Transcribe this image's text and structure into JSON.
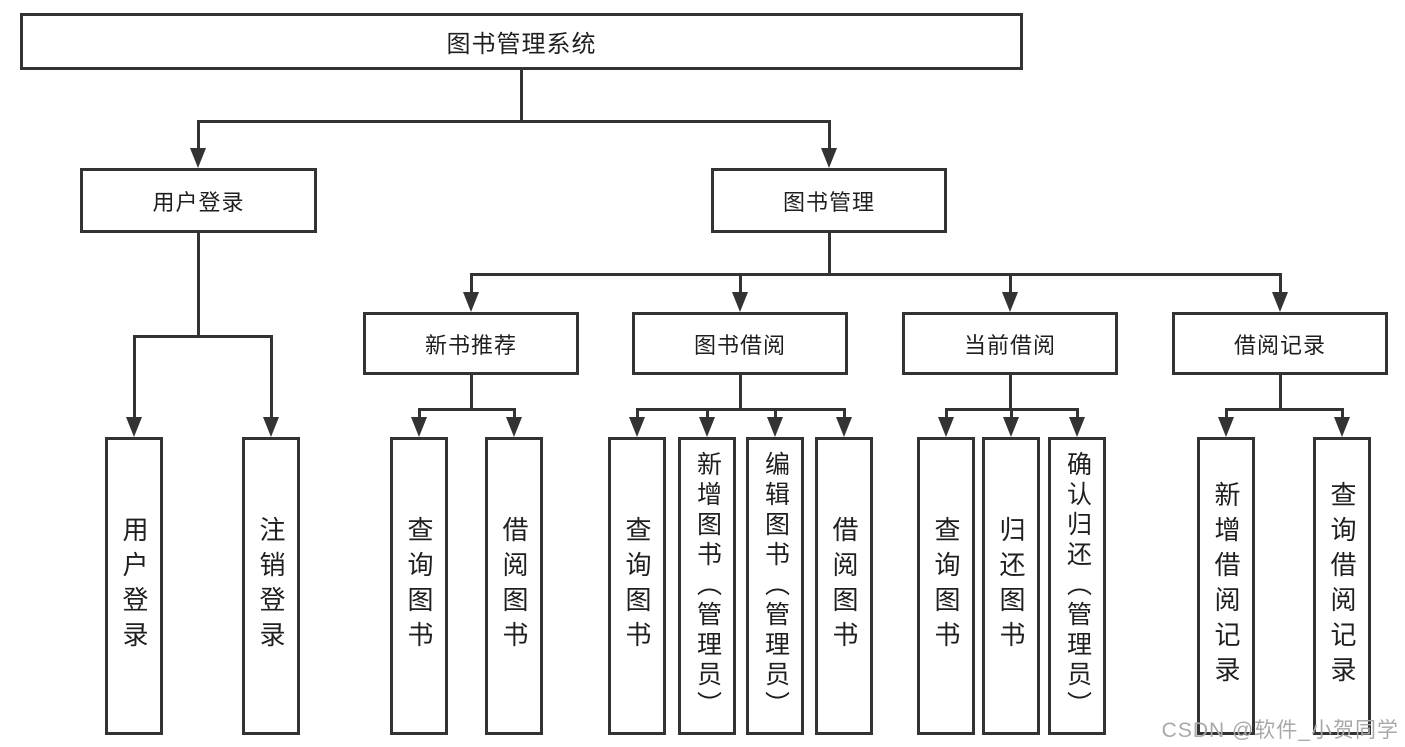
{
  "tree": {
    "root": {
      "label": "图书管理系统"
    },
    "children": [
      {
        "id": "user-login",
        "label": "用户登录",
        "children": [
          {
            "label": "用户登录"
          },
          {
            "label": "注销登录"
          }
        ]
      },
      {
        "id": "book-management",
        "label": "图书管理",
        "children": [
          {
            "id": "new-book-recommend",
            "label": "新书推荐",
            "children": [
              {
                "label": "查询图书"
              },
              {
                "label": "借阅图书"
              }
            ]
          },
          {
            "id": "book-borrow",
            "label": "图书借阅",
            "children": [
              {
                "label": "查询图书"
              },
              {
                "label": "新增图书（管理员）"
              },
              {
                "label": "编辑图书（管理员）"
              },
              {
                "label": "借阅图书"
              }
            ]
          },
          {
            "id": "current-borrow",
            "label": "当前借阅",
            "children": [
              {
                "label": "查询图书"
              },
              {
                "label": "归还图书"
              },
              {
                "label": "确认归还（管理员）"
              }
            ]
          },
          {
            "id": "borrow-records",
            "label": "借阅记录",
            "children": [
              {
                "label": "新增借阅记录"
              },
              {
                "label": "查询借阅记录"
              }
            ]
          }
        ]
      }
    ]
  },
  "watermark": {
    "text": "CSDN @软件_小贺同学"
  },
  "colors": {
    "line": "#333333",
    "text": "#1f1f1f",
    "watermark": "#a9a9a9",
    "background": "#ffffff"
  }
}
